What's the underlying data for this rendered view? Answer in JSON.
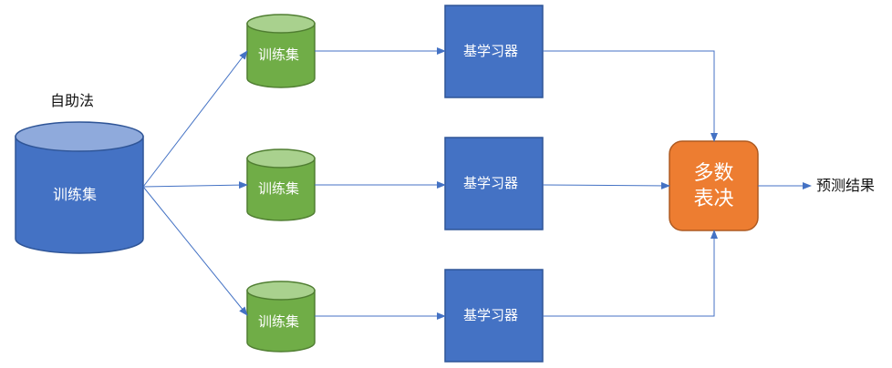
{
  "bootstrap_label": "自助法",
  "source": {
    "label": "训练集"
  },
  "subsets": [
    {
      "label": "训练集"
    },
    {
      "label": "训练集"
    },
    {
      "label": "训练集"
    }
  ],
  "learners": [
    {
      "label": "基学习器"
    },
    {
      "label": "基学习器"
    },
    {
      "label": "基学习器"
    }
  ],
  "vote": {
    "line1": "多数",
    "line2": "表决"
  },
  "output_label": "预测结果",
  "colors": {
    "source_cylinder": "#4472C4",
    "subset_cylinder": "#70AD47",
    "learner_box": "#4472C4",
    "vote_box": "#ED7D31",
    "connector": "#4472C4"
  }
}
